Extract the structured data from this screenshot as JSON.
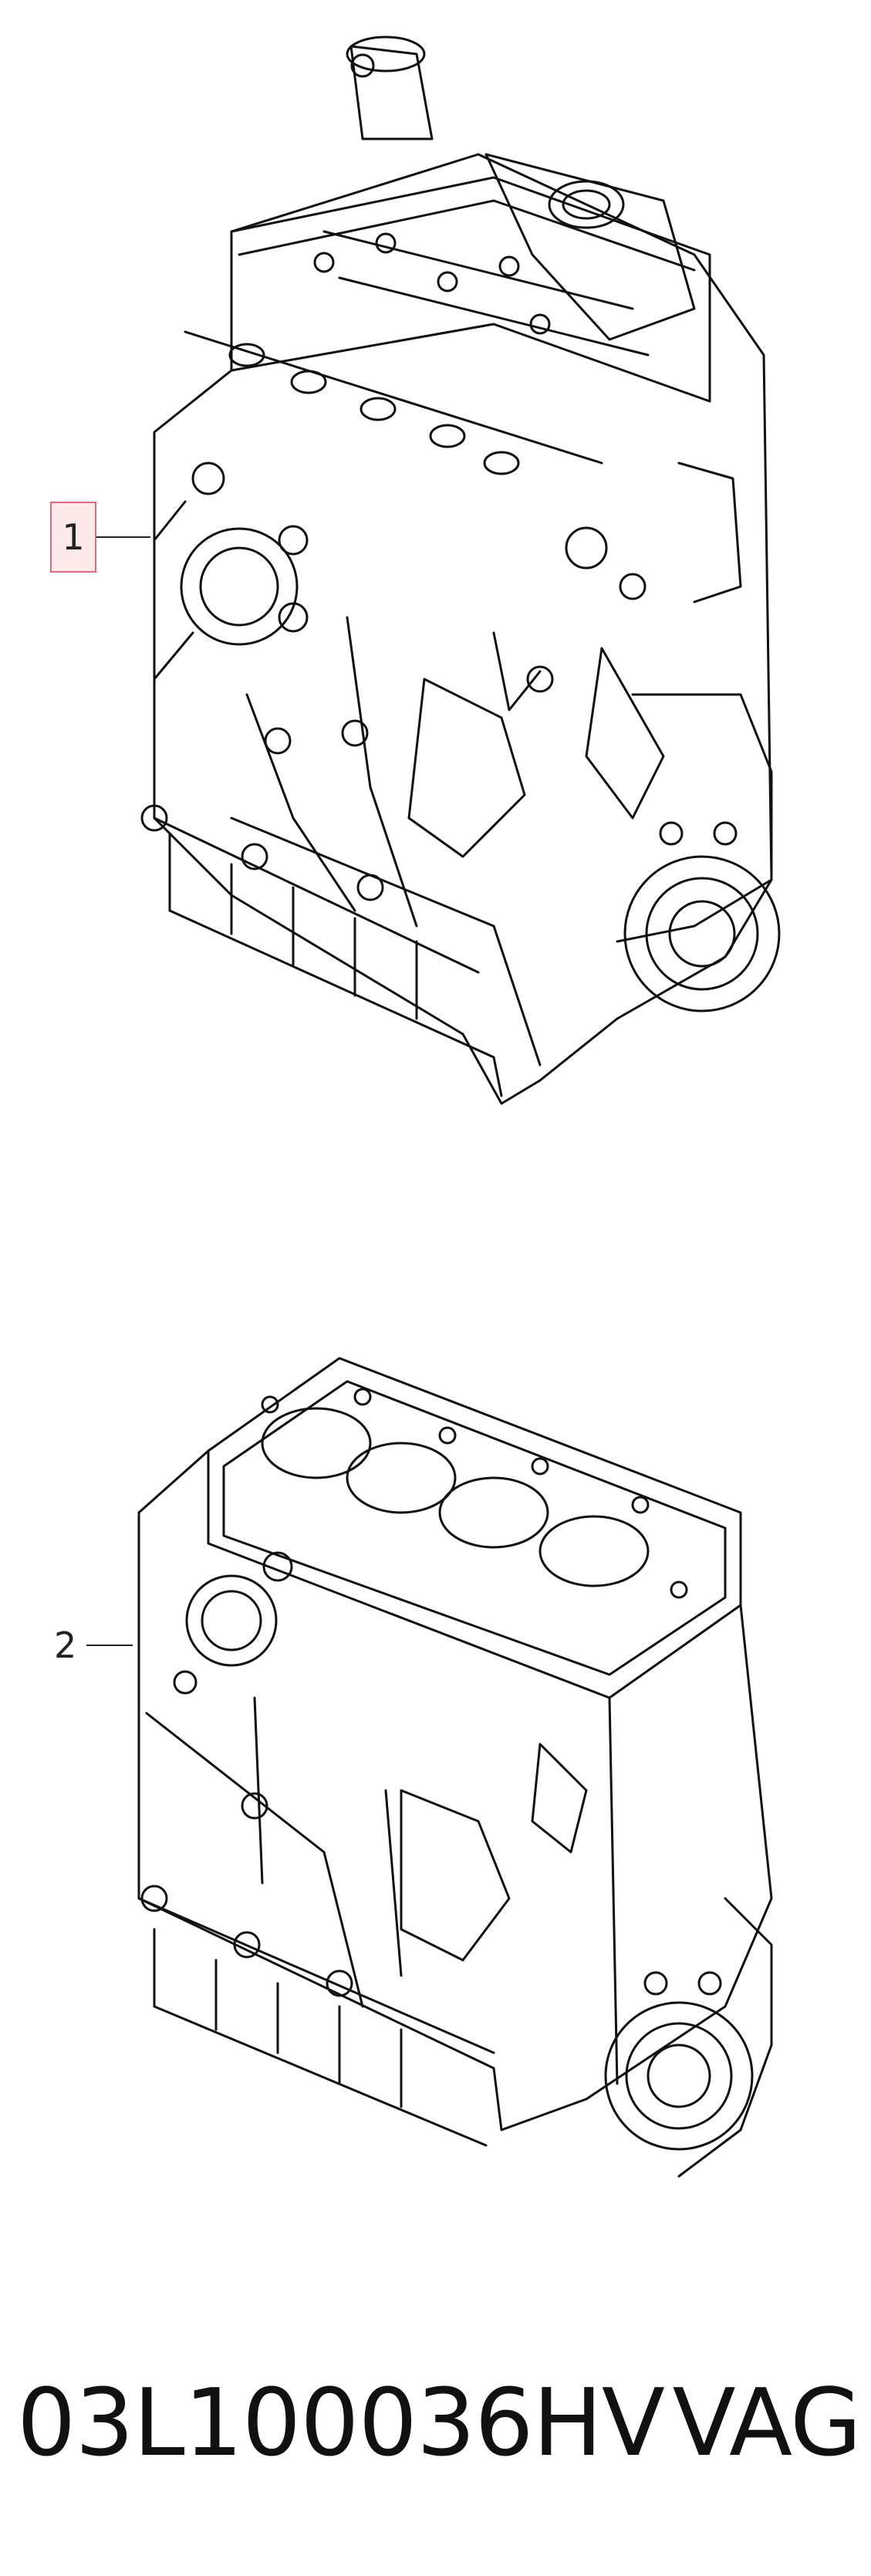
{
  "callouts": [
    {
      "number": "1"
    },
    {
      "number": "2"
    }
  ],
  "footer": {
    "part_number": "03L100036HV",
    "brand": "VAG"
  }
}
